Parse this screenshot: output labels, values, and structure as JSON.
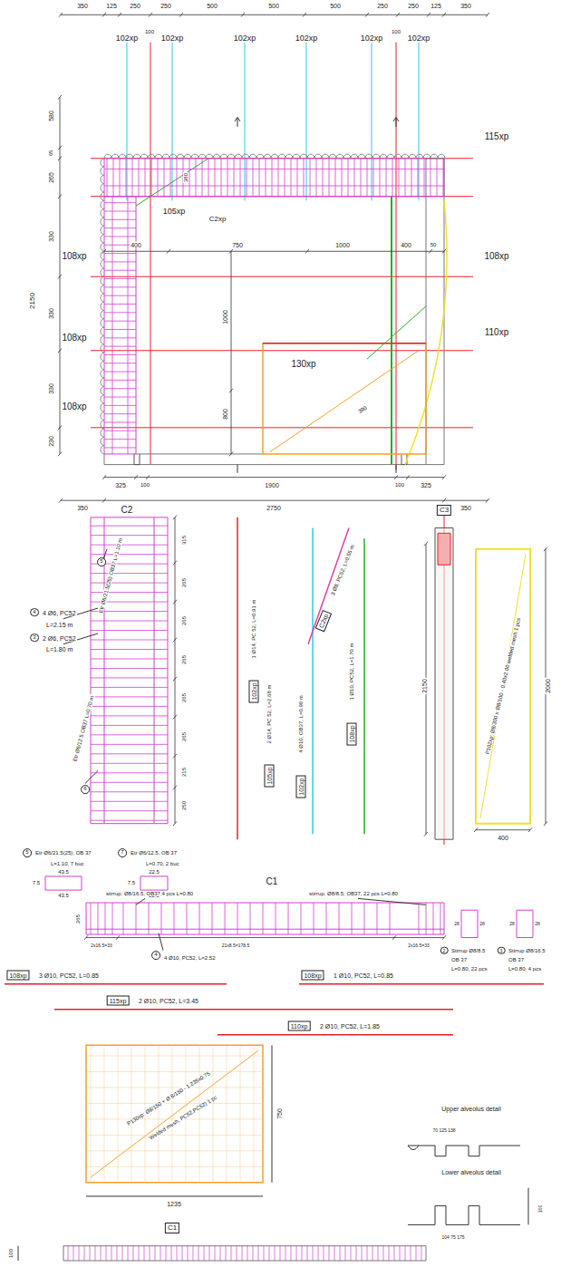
{
  "diagram": {
    "nodes": [
      {
        "text": [
          "C3"
        ]
      },
      {
        "text": [
          "102xp"
        ]
      },
      {
        "text": [
          "105xp"
        ]
      },
      {
        "text": [
          "102xp"
        ]
      },
      {
        "text": [
          "108xp"
        ]
      },
      {
        "text": [
          "C2xp"
        ]
      },
      {
        "text": [
          "108xp"
        ]
      },
      {
        "text": [
          "108xp"
        ]
      },
      {
        "text": [
          "115xp"
        ]
      },
      {
        "text": [
          "110xp"
        ]
      },
      {
        "text": [
          "C1"
        ]
      }
    ],
    "labels": [
      "350",
      "125",
      "250",
      "250",
      "500",
      "500",
      "500",
      "250",
      "250",
      "125",
      "350",
      "102xp",
      "100",
      "102xp",
      "102xp",
      "102xp",
      "102xp",
      "100",
      "102xp",
      "580",
      "265",
      "65",
      "330",
      "330",
      "330",
      "230",
      "2150",
      "380",
      "400",
      "750",
      "1000",
      "400",
      "50",
      "1000",
      "800",
      "325",
      "100",
      "1900",
      "100",
      "325",
      "350",
      "2750",
      "350",
      "105xp",
      "C2xp",
      "390",
      "115xp",
      "108xp",
      "110xp",
      "108xp",
      "108xp",
      "108xp",
      "130xp",
      "C2",
      "315",
      "265",
      "265",
      "265",
      "265",
      "265",
      "215",
      "250",
      "5",
      "Etr Ø6/21.5(25) OB37 L=1.10 m",
      "4",
      "4 Ø6, PC52",
      "L=2.15 m",
      "3",
      "2 Ø6, PC52",
      "L=1.80 m",
      "Etr Ø6/12.5 OB37 L=0.70 m",
      "6",
      "5",
      "Etr Ø6/21.5(25), OB 37",
      "L=1.10, 7 buc",
      "43.5",
      "7.5",
      "43.5",
      "7",
      "Etr Ø6/12.5, OB 37",
      "L=0.70, 2 buc",
      "22.5",
      "7.5",
      "22.5",
      "1 Ø14, PC 52, L=0.91 m",
      "2 Ø14, PC 52, L=2.68 m",
      "4 Ø10, OB37, L=0.90 m",
      "1 Ø10, PC52, L=1.70 m",
      "3 Ø8, PC52, L=0.55 m",
      "2150",
      "P102xp: Ø8/300 x Ø8/100 - 0.40x2.00 welded mesh 1 pcs",
      "2000",
      "400",
      "C1",
      "stirrup. Ø8/16.5, OB37,4 pcs L=0.80",
      "stirrup. Ø8/8.5, OB37, 22 pcs L=0.80",
      "265",
      "2x16.5=33",
      "21x8.5=178.5",
      "2x16.5=33",
      "4",
      "4 Ø10, PC52, L=2.52",
      "28",
      "28",
      "28",
      "28",
      "2",
      "Stirrup Ø8/8.5",
      "OB 37",
      "L=0.80, 22 pcs",
      "3",
      "Stirrup Ø8/16.5",
      "OB 37",
      "L=0.80, 4 pcs",
      "3 Ø10, PC52, L=0.85",
      "1 Ø10, PC52, L=0.85",
      "2 Ø10, PC52, L=3.45",
      "2 Ø10, PC52, L=1.85",
      "P130xp: Ø8/150 + Ø 8/150 - 1.235x0.75",
      "Welded mesh, PC52,PC52) 1 pc",
      "750",
      "1235",
      "Upper alveolus detail",
      "70 125 138",
      "Lower alveolus detail",
      "100",
      "104 75 175",
      "100"
    ]
  }
}
